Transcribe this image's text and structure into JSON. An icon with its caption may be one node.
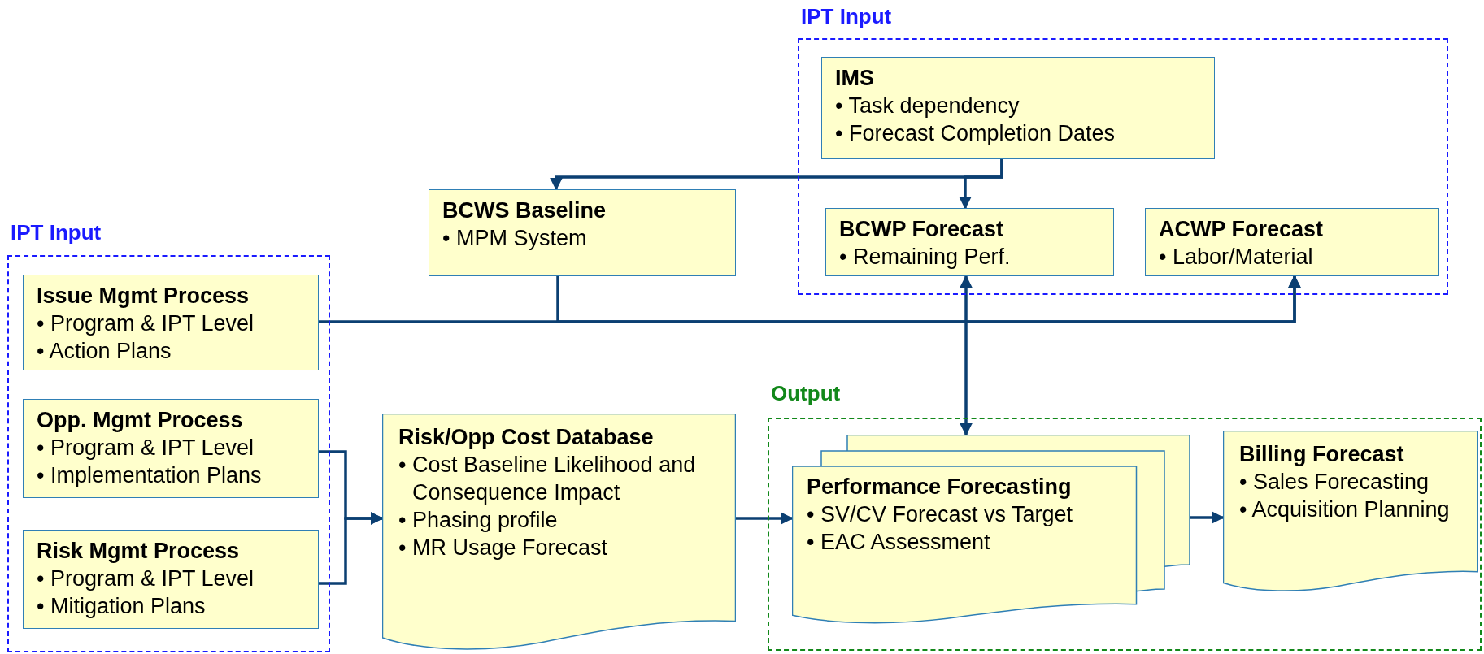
{
  "diagram": {
    "nodes": [
      {
        "text": [
          "IPT Input"
        ]
      },
      {
        "text": [
          "IMS",
          "• Task dependency",
          "• Forecast Completion Dates"
        ],
        "in": 0
      },
      {
        "text": [
          "BCWS Baseline",
          "• MPM System"
        ]
      },
      {
        "text": [
          "BCWP Forecast",
          "• Remaining Perf."
        ],
        "in": 0
      },
      {
        "text": [
          "ACWP Forecast",
          "• Labor/Material"
        ],
        "in": 0
      },
      {
        "text": [
          "IPT Input"
        ]
      },
      {
        "text": [
          "Issue Mgmt Process",
          "• Program & IPT Level",
          "• Action Plans"
        ],
        "in": 5
      },
      {
        "text": [
          "Opp. Mgmt Process",
          "• Program & IPT Level",
          "• Implementation Plans"
        ],
        "in": 5
      },
      {
        "text": [
          "Risk Mgmt Process",
          "• Program & IPT Level",
          "• Mitigation Plans"
        ],
        "in": 5
      },
      {
        "text": [
          "Risk/Opp Cost Database",
          "• Cost Baseline Likelihood and Consequence Impact",
          "• Phasing profile",
          "• MR Usage Forecast"
        ]
      },
      {
        "text": [
          "Output"
        ]
      },
      {
        "text": [
          "Performance Forecasting",
          "• SV/CV Forecast vs Target",
          "• EAC Assessment"
        ],
        "in": 10
      },
      {
        "text": [
          "Billing Forecast",
          "• Sales Forecasting",
          "• Acquisition Planning"
        ],
        "in": 10
      }
    ],
    "edges": [
      {
        "from": 1,
        "to": 2,
        "arrow": "to"
      },
      {
        "from": 1,
        "to": 3,
        "arrow": "to"
      },
      {
        "from": 6,
        "to": 4,
        "arrow": "to"
      },
      {
        "from": 2,
        "to": 4,
        "arrow": "to"
      },
      {
        "from": 3,
        "to": 11,
        "arrow": "both"
      },
      {
        "from": 7,
        "to": 9,
        "arrow": "to"
      },
      {
        "from": 8,
        "to": 9,
        "arrow": "to"
      },
      {
        "from": 9,
        "to": 11,
        "arrow": "to"
      },
      {
        "from": 11,
        "to": 12,
        "arrow": "to"
      }
    ]
  }
}
